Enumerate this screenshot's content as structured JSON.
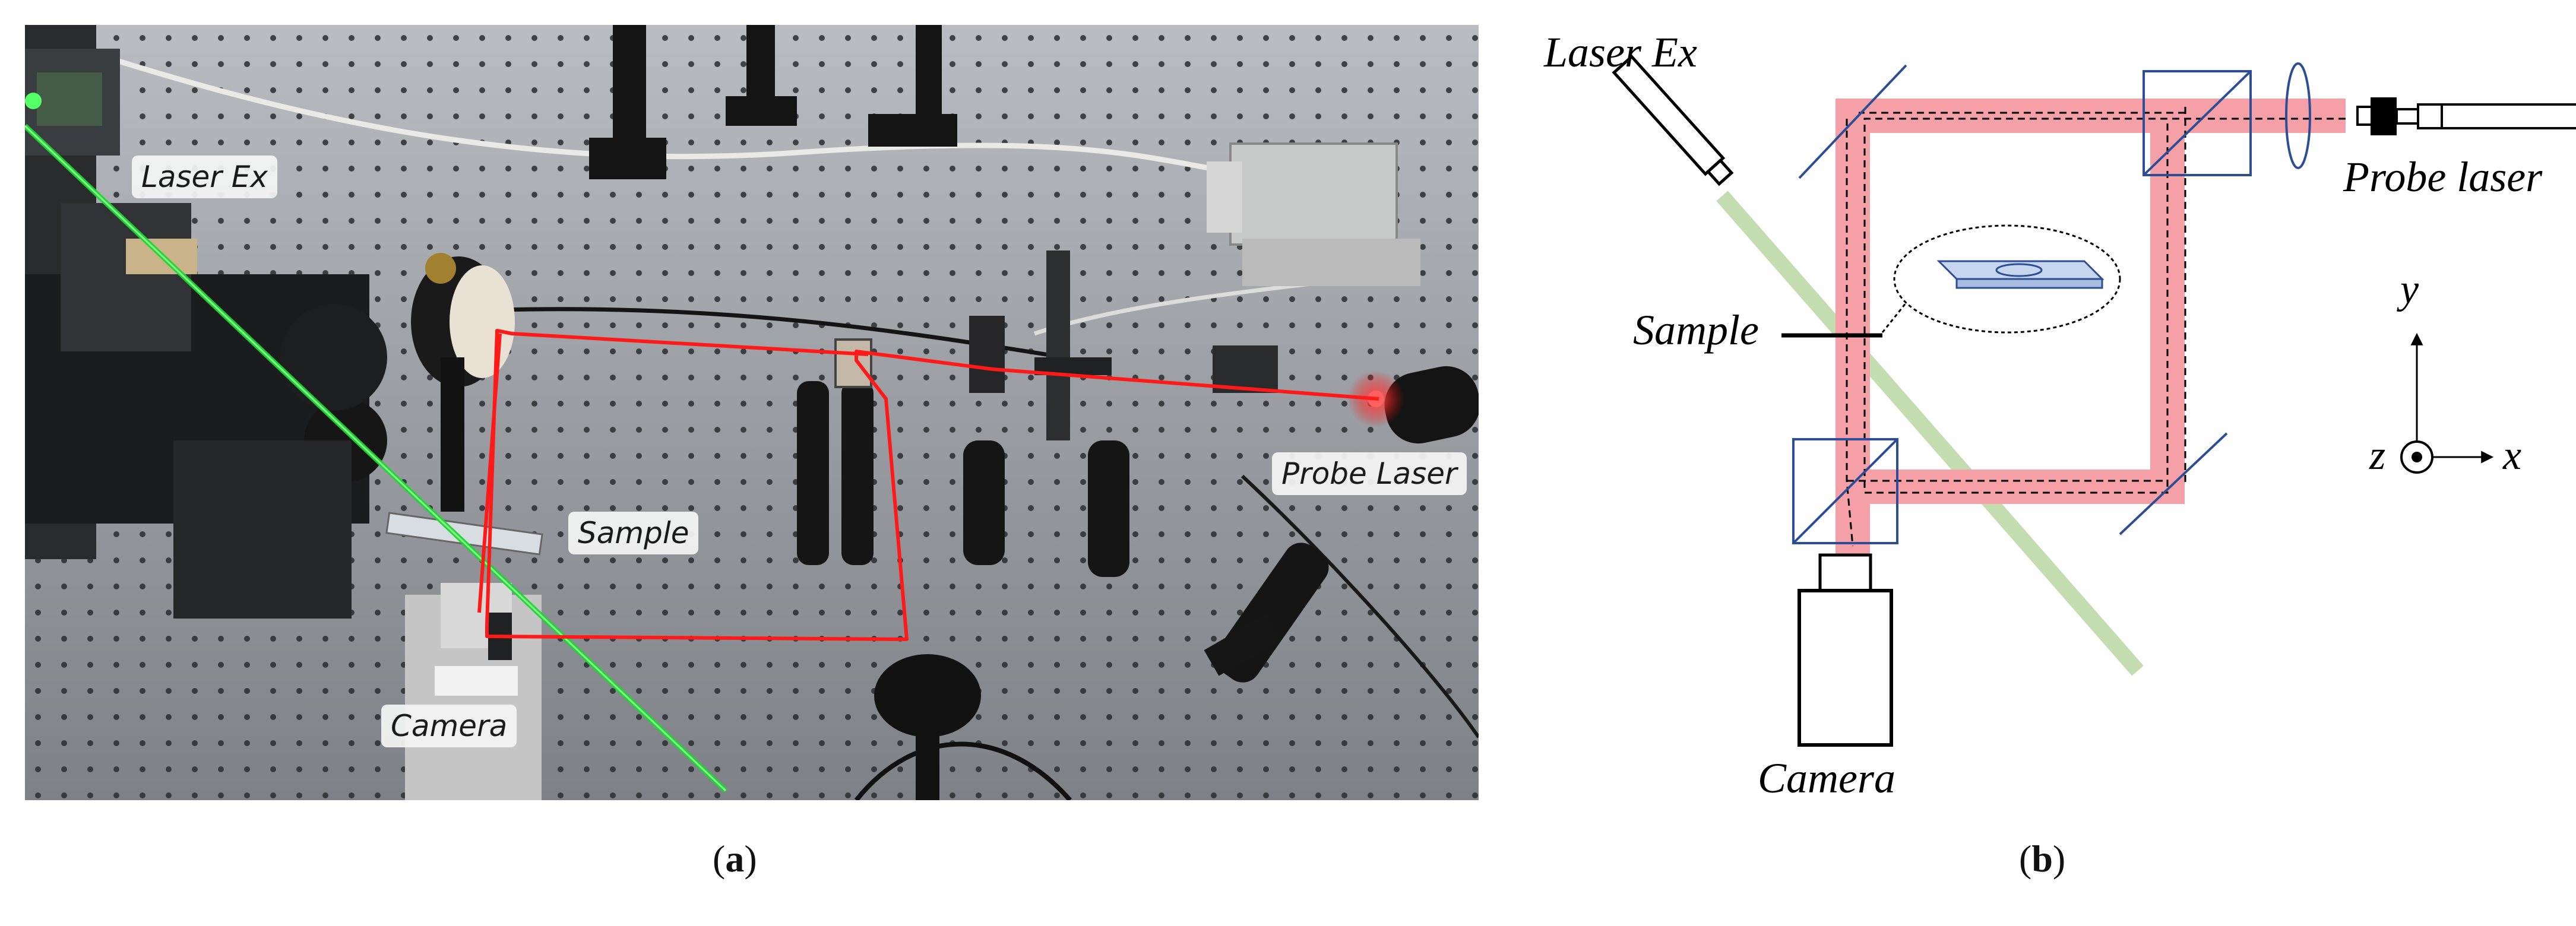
{
  "panel_a": {
    "labels": {
      "laser_ex": "Laser Ex",
      "sample": "Sample",
      "probe_laser": "Probe Laser",
      "camera": "Camera"
    },
    "caption_letter": "a"
  },
  "panel_b": {
    "labels": {
      "laser_ex": "Laser Ex",
      "sample": "Sample",
      "probe_laser": "Probe laser",
      "camera": "Camera"
    },
    "axes": {
      "x": "x",
      "y": "y",
      "z": "z"
    },
    "caption_letter": "b"
  },
  "colors": {
    "excitation_beam_photo": "#22d431",
    "probe_beam_photo": "#ff1a1a",
    "probe_beam_diagram": "#f4a0a6",
    "excitation_beam_diagram": "#c3dcb0",
    "optics_blue": "#2d4e96",
    "sample_slide": "#c7d6ee"
  }
}
